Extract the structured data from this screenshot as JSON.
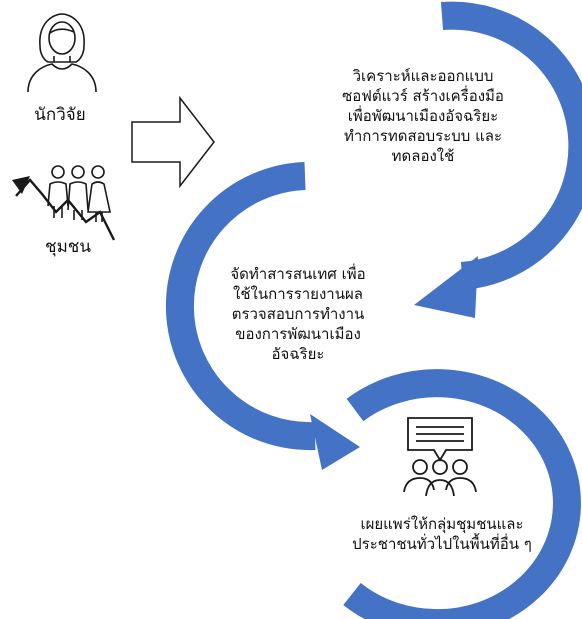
{
  "colors": {
    "arc": "#4472C4",
    "line": "#1a1a1a"
  },
  "actors": {
    "researcher": {
      "label": "นักวิจัย",
      "icon": "researcher-woman-icon"
    },
    "community": {
      "label": "ชุมชน",
      "icon": "community-people-icon"
    }
  },
  "flow_arrow_icon": "right-outline-arrow-icon",
  "steps": [
    {
      "text": "วิเคราะห์และออกแบบ\nซอฟต์แวร์ สร้างเครื่องมือ\nเพื่อพัฒนาเมืองอัจฉริยะ\nทำการทดสอบระบบ และ\nทดลองใช้"
    },
    {
      "text": "จัดทำสารสนเทศ เพื่อ\nใช้ในการรายงานผล\nตรวจสอบการทำงาน\nของการพัฒนาเมือง\nอัจฉริยะ"
    },
    {
      "text": "เผยแพร่ให้กลุ่มชุมชนและ\nประชาชนทั่วไปในพื้นที่อื่น ๆ",
      "icon": "group-discussion-icon"
    }
  ]
}
